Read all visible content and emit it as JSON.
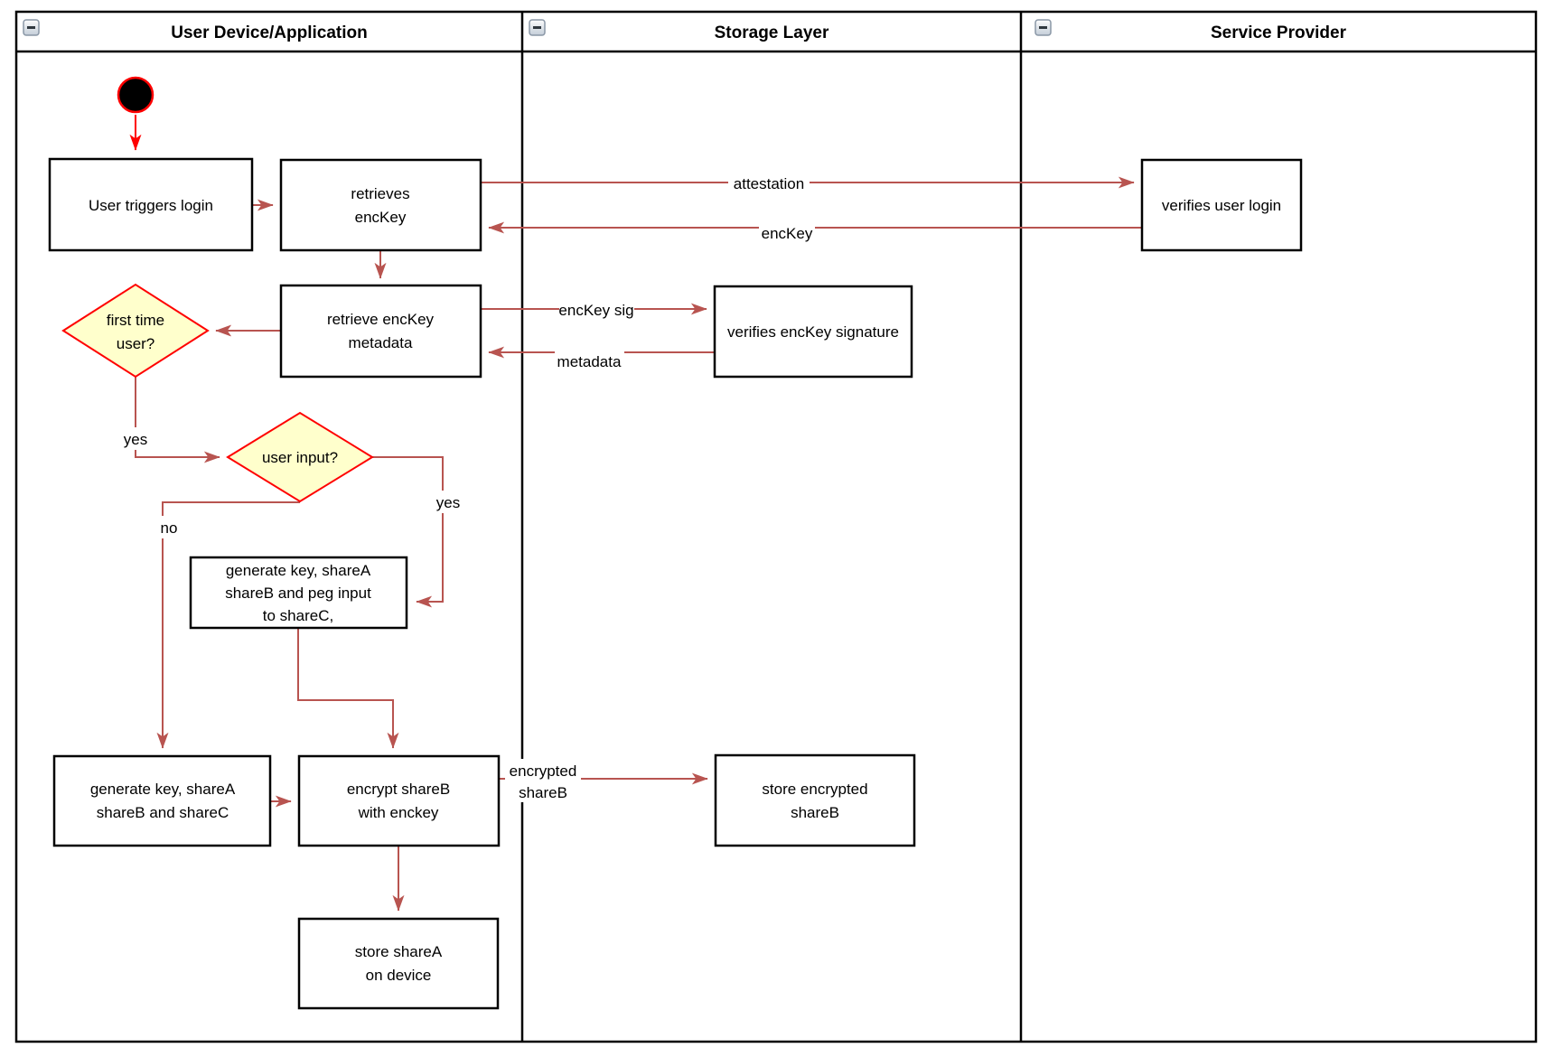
{
  "diagram": {
    "lanes": [
      {
        "title": "User Device/Application"
      },
      {
        "title": "Storage Layer"
      },
      {
        "title": "Service Provider"
      }
    ],
    "icons": {
      "lane_collapse": "minus"
    },
    "nodes": {
      "start": {
        "type": "initial-state"
      },
      "user_triggers_login": {
        "lines": [
          "User triggers login"
        ]
      },
      "retrieves_enckey": {
        "lines": [
          "retrieves",
          "encKey"
        ]
      },
      "verifies_user_login": {
        "lines": [
          "verifies user login"
        ]
      },
      "retrieve_enckey_metadata": {
        "lines": [
          "retrieve encKey",
          "metadata"
        ]
      },
      "verifies_enckey_signature": {
        "lines": [
          "verifies encKey signature"
        ]
      },
      "first_time_user": {
        "lines": [
          "first time",
          "user?"
        ]
      },
      "user_input": {
        "lines": [
          "user input?"
        ]
      },
      "generate_key_peg": {
        "lines": [
          "generate key, shareA",
          "shareB and peg input",
          "to shareC,"
        ]
      },
      "generate_key_abc": {
        "lines": [
          "generate key, shareA",
          "shareB and shareC"
        ]
      },
      "encrypt_shareb": {
        "lines": [
          "encrypt shareB",
          "with enckey"
        ]
      },
      "store_encrypted_shareb": {
        "lines": [
          "store encrypted",
          "shareB"
        ]
      },
      "store_sharea": {
        "lines": [
          "store shareA",
          "on device"
        ]
      }
    },
    "edge_labels": {
      "attestation": "attestation",
      "enckey": "encKey",
      "enckey_sig": "encKey sig",
      "metadata": "metadata",
      "yes1": "yes",
      "no": "no",
      "yes2": "yes",
      "encrypted_line1": "encrypted",
      "encrypted_line2": "shareB"
    },
    "colors": {
      "edge": "#b85450",
      "start_edge": "#ff0000",
      "decision_fill": "#ffffcc",
      "decision_stroke": "#ff0000",
      "node_fill": "#ffffff",
      "node_stroke": "#000000",
      "pool_stroke": "#000000"
    }
  }
}
